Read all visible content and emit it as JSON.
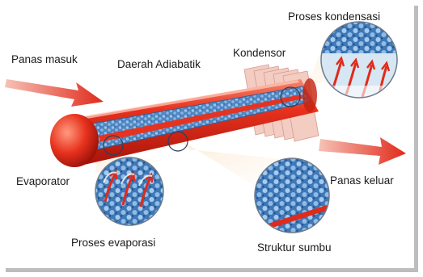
{
  "labels": {
    "heat_in": "Panas masuk",
    "adiabatic": "Daerah Adiabatik",
    "condenser": "Kondensor",
    "condensation": "Proses  kondensasi",
    "evaporator": "Evaporator",
    "heat_out": "Panas keluar",
    "evaporation": "Proses evaporasi",
    "wick": "Struktur sumbu"
  },
  "colors": {
    "pipe_red": "#e8321e",
    "pipe_dark": "#a8140a",
    "wick_blue": "#5b8fc8",
    "arrow_red": "#e02a1a",
    "fin": "#f2c4b8"
  }
}
